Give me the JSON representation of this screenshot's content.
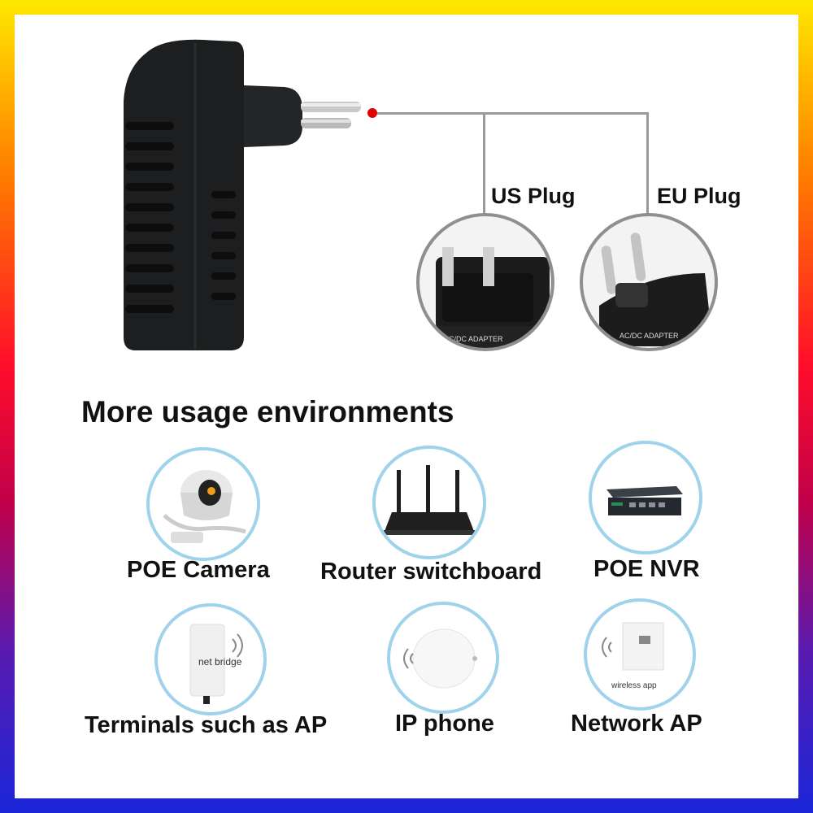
{
  "labels": {
    "us_plug": "US Plug",
    "eu_plug": "EU Plug",
    "section_title": "More usage environments",
    "adapter_us": "AC/DC ADAPTER",
    "adapter_eu": "AC/DC ADAPTER"
  },
  "environments": [
    {
      "name": "POE Camera",
      "icon": "dome-camera-icon"
    },
    {
      "name": "Router switchboard",
      "icon": "router-icon"
    },
    {
      "name": "POE NVR",
      "icon": "nvr-icon"
    },
    {
      "name": "Terminals such as AP",
      "icon": "net-bridge-icon",
      "caption": "net bridge"
    },
    {
      "name": "IP phone",
      "icon": "ceiling-ap-icon"
    },
    {
      "name": "Network AP",
      "icon": "wall-ap-icon",
      "caption": "wireless app"
    }
  ],
  "colors": {
    "border_top": "#ffe800",
    "border_mid": "#ff0d2a",
    "border_bottom": "#1a26d8",
    "circle_outline": "#9fd3ec",
    "connector_dot": "#e00000"
  }
}
